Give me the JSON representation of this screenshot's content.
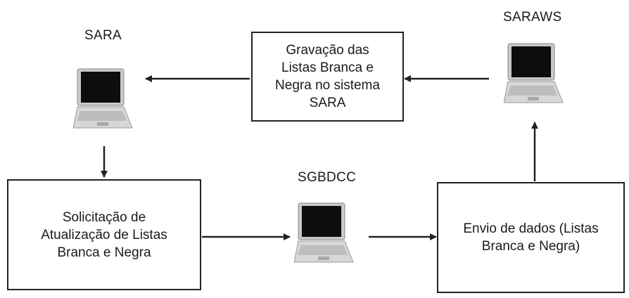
{
  "nodes": {
    "sara": {
      "label": "SARA"
    },
    "saraws": {
      "label": "SARAWS"
    },
    "sgbdcc": {
      "label": "SGBDCC"
    }
  },
  "boxes": {
    "gravacao": {
      "lines": [
        "Gravação das",
        "Listas Branca e",
        "Negra no sistema",
        "SARA"
      ]
    },
    "solicitacao": {
      "lines": [
        "Solicitação de",
        "Atualização de Listas",
        "Branca e Negra"
      ]
    },
    "envio": {
      "lines": [
        "Envio de dados (Listas",
        "Branca e Negra)"
      ]
    }
  },
  "icons": {
    "computer": "laptop-icon"
  },
  "colors": {
    "stroke": "#222222",
    "screen": "#0d0d0d",
    "body": "#d7d7d7"
  }
}
